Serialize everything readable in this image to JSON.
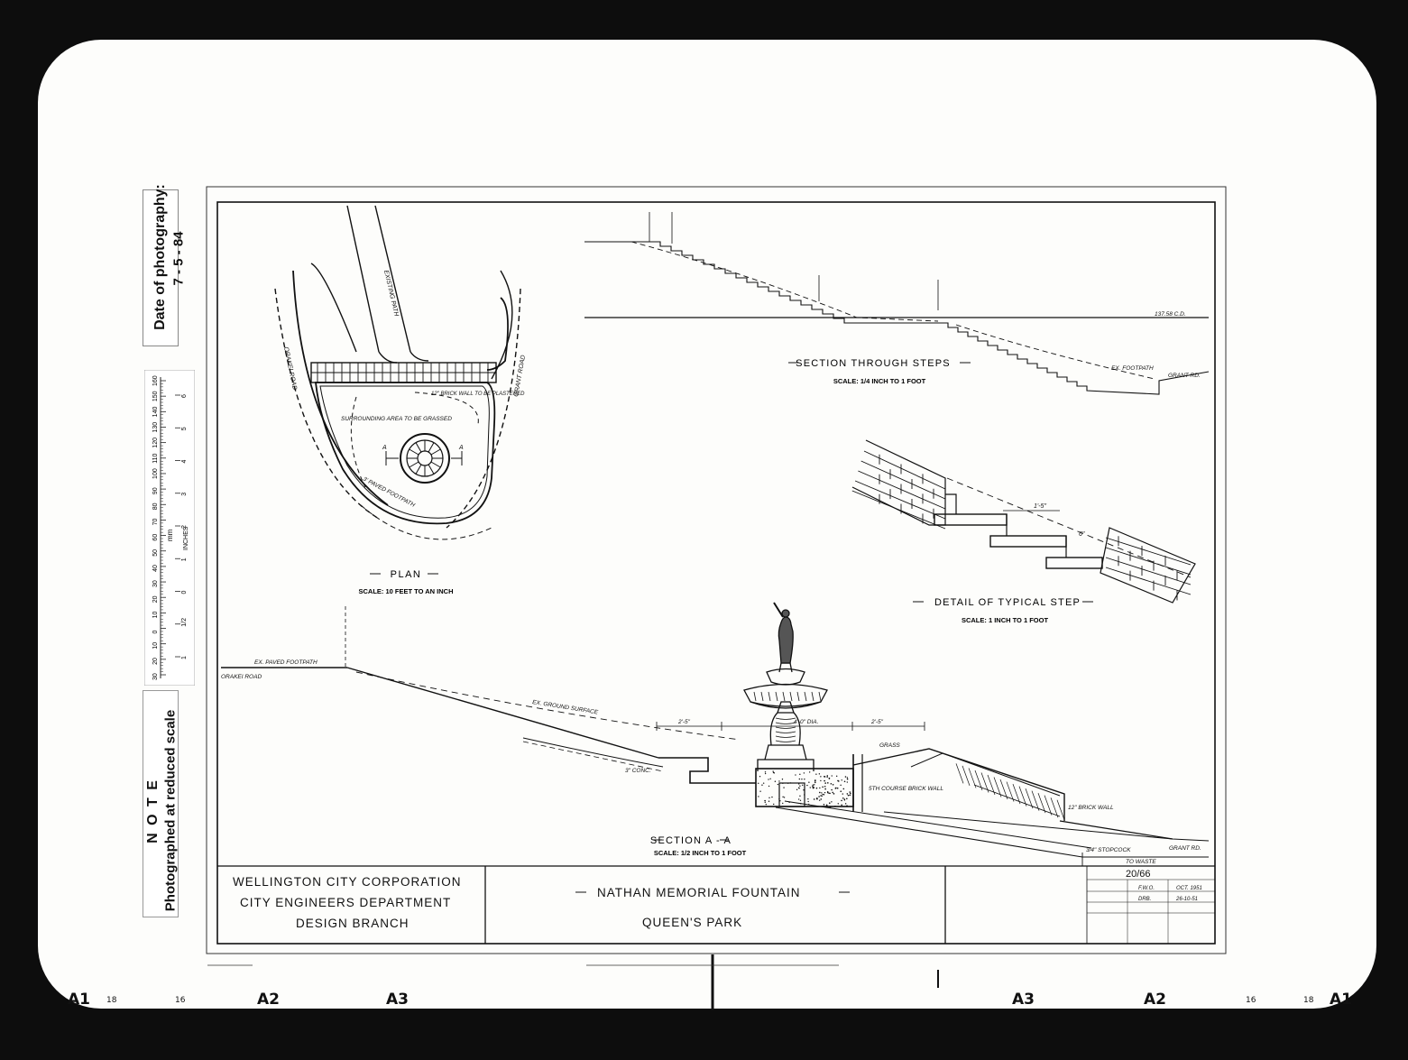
{
  "margin_notes": {
    "date_label": "Date of photography:",
    "date_value": "7 - 5 - 84",
    "note_heading": "N O T E",
    "note_text": "Photographed at reduced scale",
    "scale_unit_mm": "mm",
    "scale_unit_inches": "INCHES",
    "mm_ticks": [
      "30",
      "20",
      "10",
      "0",
      "10",
      "20",
      "30",
      "40",
      "50",
      "60",
      "70",
      "80",
      "90",
      "100",
      "110",
      "120",
      "130",
      "140",
      "150",
      "160"
    ],
    "inch_ticks": [
      "1",
      "1/2",
      "0",
      "1",
      "2",
      "3",
      "4",
      "5",
      "6"
    ]
  },
  "edge_marks": {
    "left": [
      "A1",
      "18",
      "16",
      "A2",
      "A3"
    ],
    "right": [
      "A3",
      "A2",
      "16",
      "18",
      "A1"
    ]
  },
  "views": {
    "plan": {
      "title": "PLAN",
      "scale": "SCALE: 10 FEET TO AN INCH",
      "labels": {
        "road_left": "ORAKEI ROAD",
        "road_right": "GRANT ROAD",
        "existing_path": "EXISTING PATH",
        "brick_wall": "12\" BRICK WALL TO BE PLASTERED",
        "surroundings": "SURROUNDING AREA TO BE GRASSED",
        "paved_footpath": "3' PAVED FOOTPATH",
        "section_mark": "A"
      }
    },
    "section_steps": {
      "title": "SECTION THROUGH STEPS",
      "scale": "SCALE: 1/4 INCH TO 1 FOOT",
      "labels": {
        "datum": "137.58 C.D.",
        "footpath": "EX. FOOTPATH",
        "road": "GRANT RD."
      }
    },
    "detail_step": {
      "title": "DETAIL OF TYPICAL STEP",
      "scale": "SCALE: 1 INCH TO 1 FOOT",
      "labels": {
        "tread": "1'-5\"",
        "rise": "6\""
      }
    },
    "section_aa": {
      "title": "SECTION A - A",
      "scale": "SCALE: 1/2 INCH TO 1 FOOT",
      "labels": {
        "left_road": "ORAKEI ROAD",
        "paved_footpath": "EX. PAVED FOOTPATH",
        "ground": "EX. GROUND SURFACE",
        "dim_left": "2'-5\"",
        "dim_dia": "4'-0\" DIA.",
        "dim_right": "2'-5\"",
        "brick_wall": "12\" BRICK WALL",
        "grass": "GRASS",
        "concrete": "3\" CONC.",
        "courses": "5TH COURSE BRICK WALL",
        "right_road": "GRANT RD.",
        "waste": "TO WASTE",
        "stopcock": "3/4\" STOPCOCK"
      }
    }
  },
  "title_block": {
    "org_line1": "WELLINGTON   CITY   CORPORATION",
    "org_line2": "CITY   ENGINEERS   DEPARTMENT",
    "org_line3": "DESIGN   BRANCH",
    "project": "NATHAN   MEMORIAL   FOUNTAIN",
    "location": "QUEEN'S   PARK",
    "drawing_no": "20/66",
    "designed": "F.W.O.",
    "date_designed": "OCT. 1951",
    "drawn": "DRB.",
    "date_drawn": "26-10-51"
  }
}
